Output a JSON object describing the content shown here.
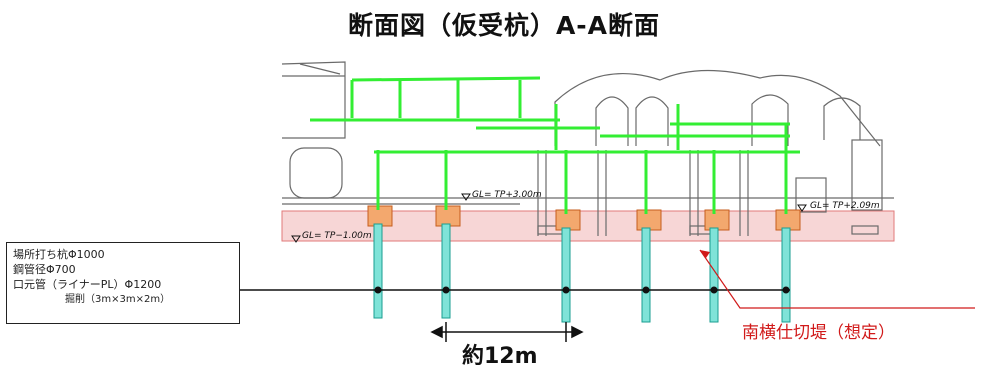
{
  "title": "断面図（仮受杭）A-A断面",
  "levels": {
    "gl1": "GL= TP+3.00m",
    "gl2": "GL= TP+2.09m",
    "gl3": "GL= TP−1.00m"
  },
  "legend": {
    "line1": "場所打ち杭Φ1000",
    "line2": "鋼管径Φ700",
    "line3": "口元管（ライナーPL）Φ1200",
    "line4": "掘削（3m×3m×2m）"
  },
  "dimension_label": "約12m",
  "callout_label": "南横仕切堤（想定）",
  "colors": {
    "frame": "#33ee33",
    "pile": "#22c4b4",
    "embankment": "#f7d6d6",
    "callout": "#d11a1a",
    "footing": "#f3a86e",
    "structure": "#6a6a6a"
  }
}
